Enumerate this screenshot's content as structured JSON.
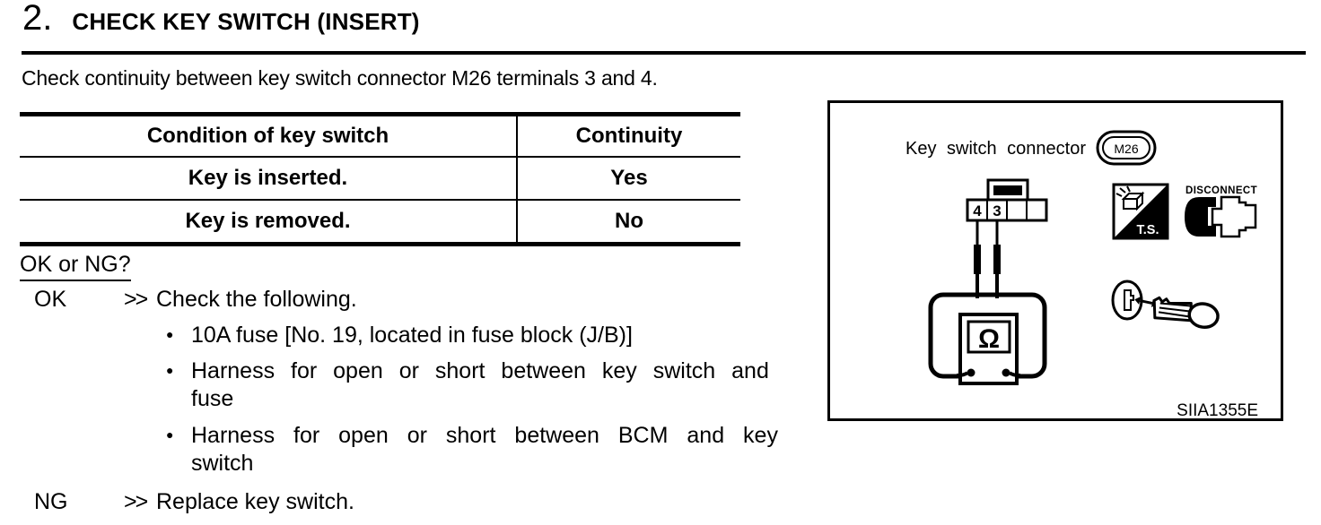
{
  "colors": {
    "ink": "#000000",
    "paper": "#ffffff"
  },
  "title": {
    "number": "2.",
    "text": "CHECK KEY SWITCH (INSERT)"
  },
  "intro": "Check continuity between key switch connector M26 terminals 3 and 4.",
  "table": {
    "headers": [
      "Condition of key switch",
      "Continuity"
    ],
    "rows": [
      [
        "Key is inserted.",
        "Yes"
      ],
      [
        "Key is removed.",
        "No"
      ]
    ]
  },
  "decision": {
    "question": "OK or NG?",
    "ok": {
      "label": "OK",
      "arrow": ">>",
      "action": "Check the following.",
      "bullets": [
        {
          "lines": [
            "10A fuse [No. 19, located in fuse block (J/B)]",
            ""
          ]
        },
        {
          "lines": [
            "Harness for open or short between key switch and",
            "fuse"
          ]
        },
        {
          "lines": [
            "Harness for open or short between BCM and key",
            "switch"
          ]
        }
      ]
    },
    "ng": {
      "label": "NG",
      "arrow": ">>",
      "action": "Replace key switch."
    }
  },
  "figure": {
    "connector_label": "Key switch connector",
    "connector_id": "M26",
    "terminals": [
      "4",
      "3"
    ],
    "meter_symbol": "Ω",
    "ts_label": "T.S.",
    "disconnect_label": "DISCONNECT",
    "figure_code": "SIIA1355E"
  }
}
